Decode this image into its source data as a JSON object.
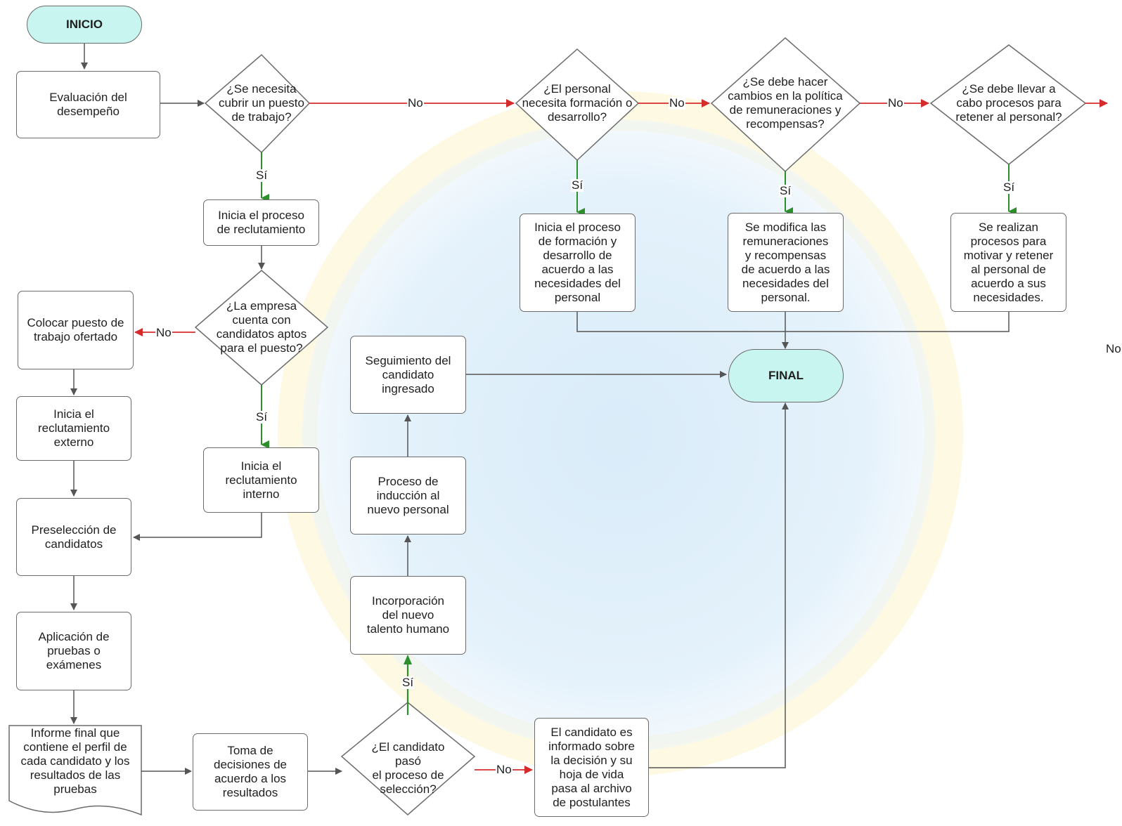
{
  "colors": {
    "terminal": "#c9f5f0",
    "no_arrow": "#d62b2b",
    "yes_arrow": "#2c8f2c",
    "neutral_arrow": "#555555"
  },
  "nodes": {
    "inicio": "INICIO",
    "evaluacion": "Evaluación del\ndesempeño",
    "d_puesto": "¿Se necesita\ncubrir un puesto\nde trabajo?",
    "reclutamiento": "Inicia el proceso\nde reclutamiento",
    "d_empresa": "¿La empresa\ncuenta con\ncandidatos aptos\npara el puesto?",
    "colocar": "Colocar puesto de\ntrabajo ofertado",
    "externo": "Inicia el\nreclutamiento\nexterno",
    "interno": "Inicia el\nreclutamiento\ninterno",
    "preseleccion": "Preselección de\ncandidatos",
    "aplicacion": "Aplicación de\npruebas o\nexámenes",
    "informe": "Informe final que\ncontiene el perfil de\ncada candidato y los\nresultados de las\npruebas",
    "toma": "Toma de\ndecisiones de\nacuerdo a los\nresultados",
    "d_candidato": "¿El candidato\npasó\nel proceso de\nselección?",
    "informado": "El candidato es\ninformado sobre\nla decisión y su\nhoja de vida\npasa al archivo\nde postulantes",
    "incorporacion": "Incorporación\ndel nuevo\ntalento humano",
    "induccion": "Proceso de\ninducción al\nnuevo personal",
    "seguimiento": "Seguimiento del\ncandidato\ningresado",
    "final": "FINAL",
    "d_formacion": "¿El personal\nnecesita formación o\ndesarrollo?",
    "formacion": "Inicia el proceso\nde formación y\ndesarrollo de\nacuerdo a las\nnecesidades del\npersonal",
    "d_remuneraciones": "¿Se debe hacer\ncambios en la política\nde remuneraciones y\nrecompensas?",
    "remuneraciones": "Se modifica las\nremuneraciones\ny recompensas\nde acuerdo a las\nnecesidades del\npersonal.",
    "d_retener": "¿Se debe llevar a\ncabo procesos para\nretener al personal?",
    "retener": "Se realizan\nprocesos para\nmotivar y retener\nal personal de\nacuerdo a sus\nnecesidades."
  },
  "edge_labels": {
    "no": "No",
    "si": "Sí"
  }
}
